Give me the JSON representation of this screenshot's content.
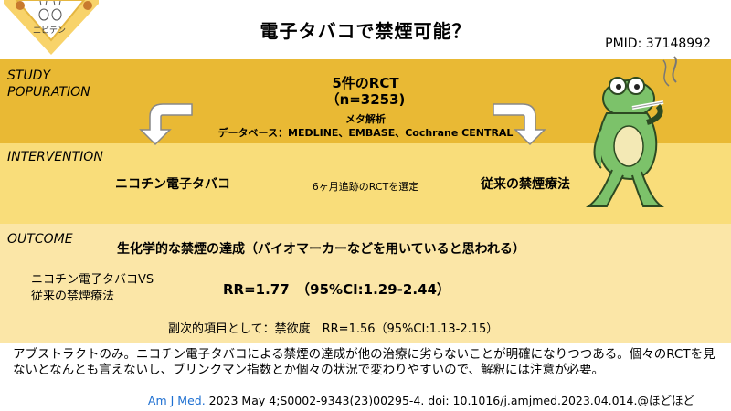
{
  "logo": {
    "text": "エビテン"
  },
  "header": {
    "title": "電子タバコで禁煙可能？",
    "pmid": "PMID: 37148992"
  },
  "study": {
    "label_line1": "STUDY",
    "label_line2": "POPURATION",
    "rct": "5件のRCT",
    "n": "（n=3253)",
    "meta": "メタ解析",
    "database": "データベース：MEDLINE、EMBASE、Cochrane CENTRAL"
  },
  "intervention": {
    "label": "INTERVENTION",
    "left": "ニコチン電子タバコ",
    "middle": "6ヶ月追跡のRCTを選定",
    "right": "従来の禁煙療法"
  },
  "outcome": {
    "label": "OUTCOME",
    "headline": "生化学的な禁煙の達成（バイオマーカーなどを用いていると思われる）",
    "compare_line1": "ニコチン電子タバコVS",
    "compare_line2": "従来の禁煙療法",
    "rr": "RR=1.77　（95%CI:1.29-2.44）",
    "secondary": "副次的項目として：禁欲度　RR=1.56（95%CI:1.13-2.15）"
  },
  "footer": {
    "summary": "アブストラクトのみ。ニコチン電子タバコによる禁煙の達成が他の治療に劣らないことが明確になりつつある。個々のRCTを見ないとなんとも言えないし、ブリンクマン指数とか個々の状況で変わりやすいので、解釈には注意が必要。",
    "journal": "Am J Med.",
    "citation": " 2023 May 4;S0002-9343(23)00295-4. doi: 10.1016/j.amjmed.2023.04.014.",
    "author": "@ほどほど"
  },
  "colors": {
    "band_study": "#e9b934",
    "band_intervention": "#f9dd7a",
    "band_outcome": "#fbe6a7",
    "citation_blue": "#1d6fd1"
  }
}
